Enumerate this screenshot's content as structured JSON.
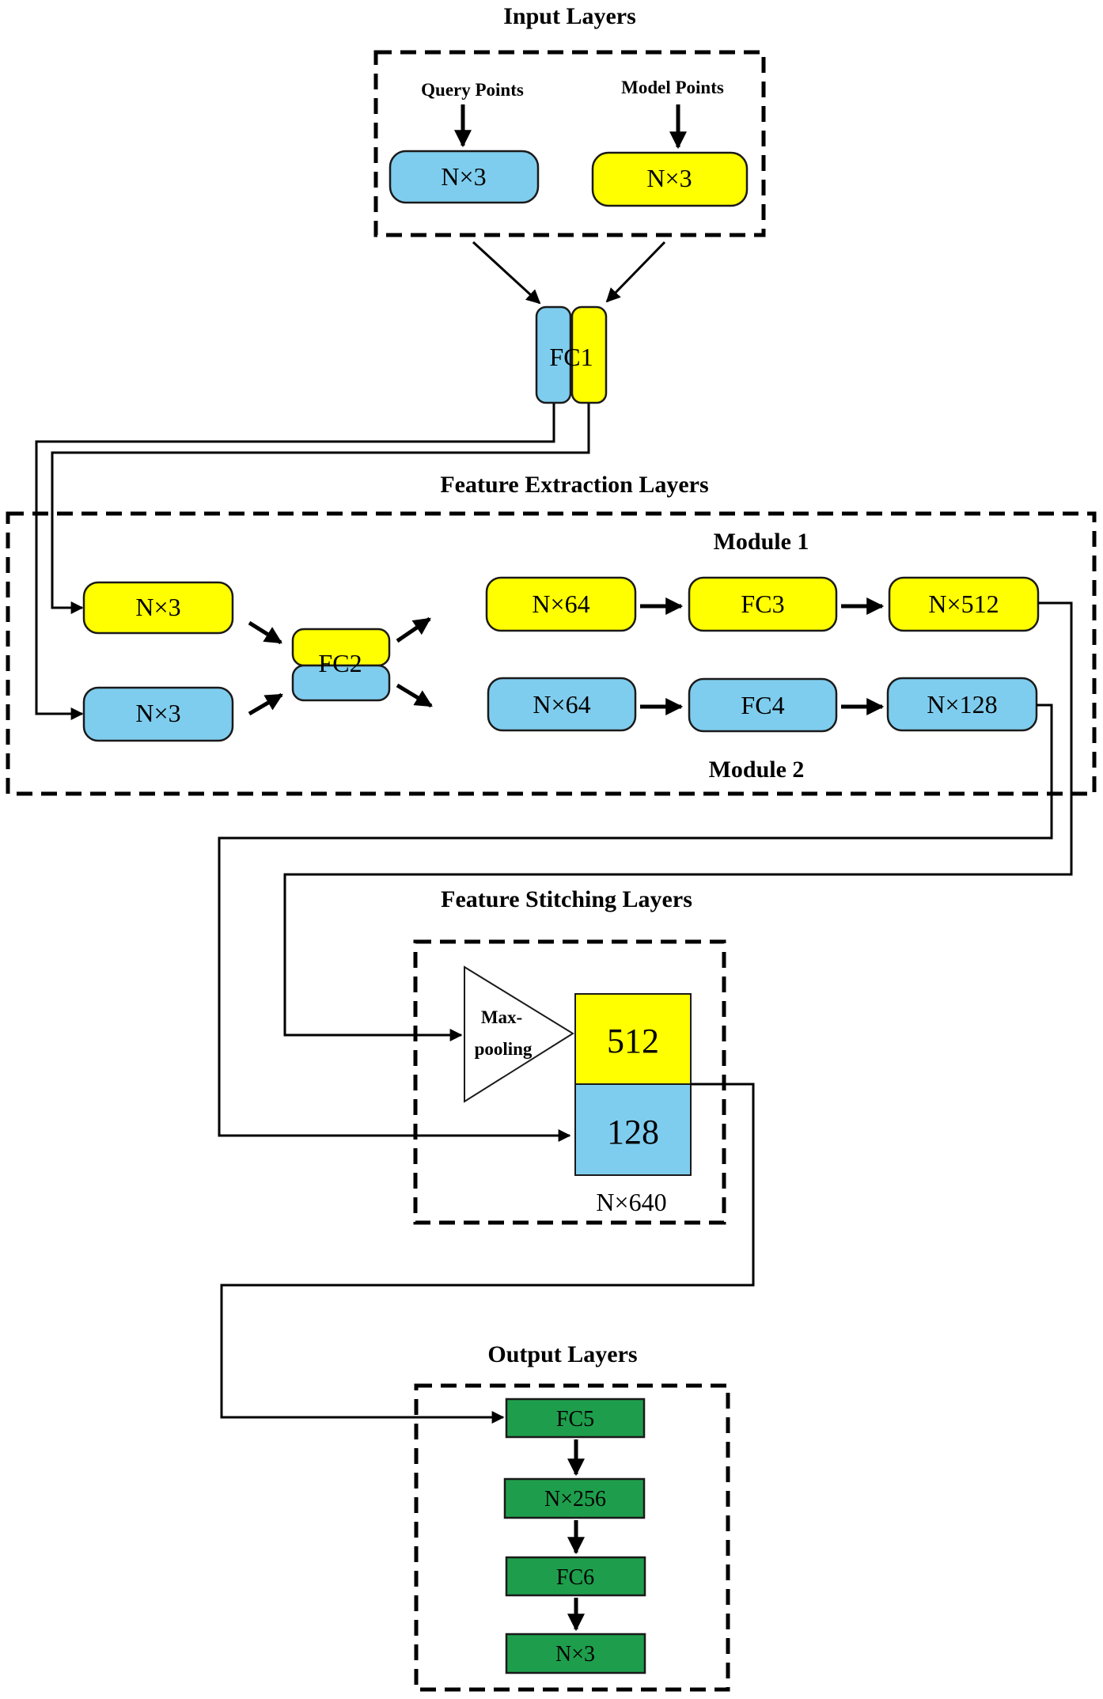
{
  "sections": {
    "input": "Input Layers",
    "extraction": "Feature Extraction Layers",
    "stitching": "Feature Stitching Layers",
    "output": "Output Layers"
  },
  "input": {
    "query_label": "Query Points",
    "model_label": "Model Points",
    "query_box": "N×3",
    "model_box": "N×3"
  },
  "fc1": "FC1",
  "extraction": {
    "module1": "Module 1",
    "module2": "Module 2",
    "in_yellow": "N×3",
    "in_blue": "N×3",
    "fc2": "FC2",
    "m1_a": "N×64",
    "m1_fc": "FC3",
    "m1_out": "N×512",
    "m2_a": "N×64",
    "m2_fc": "FC4",
    "m2_out": "N×128"
  },
  "stitching": {
    "pool_line1": "Max-",
    "pool_line2": "pooling",
    "top": "512",
    "bottom": "128",
    "size": "N×640"
  },
  "output": {
    "fc5": "FC5",
    "hidden": "N×256",
    "fc6": "FC6",
    "final": "N×3"
  },
  "colors": {
    "query": "#7fcdee",
    "model": "#ffff00",
    "output": "#1e9e4c"
  }
}
